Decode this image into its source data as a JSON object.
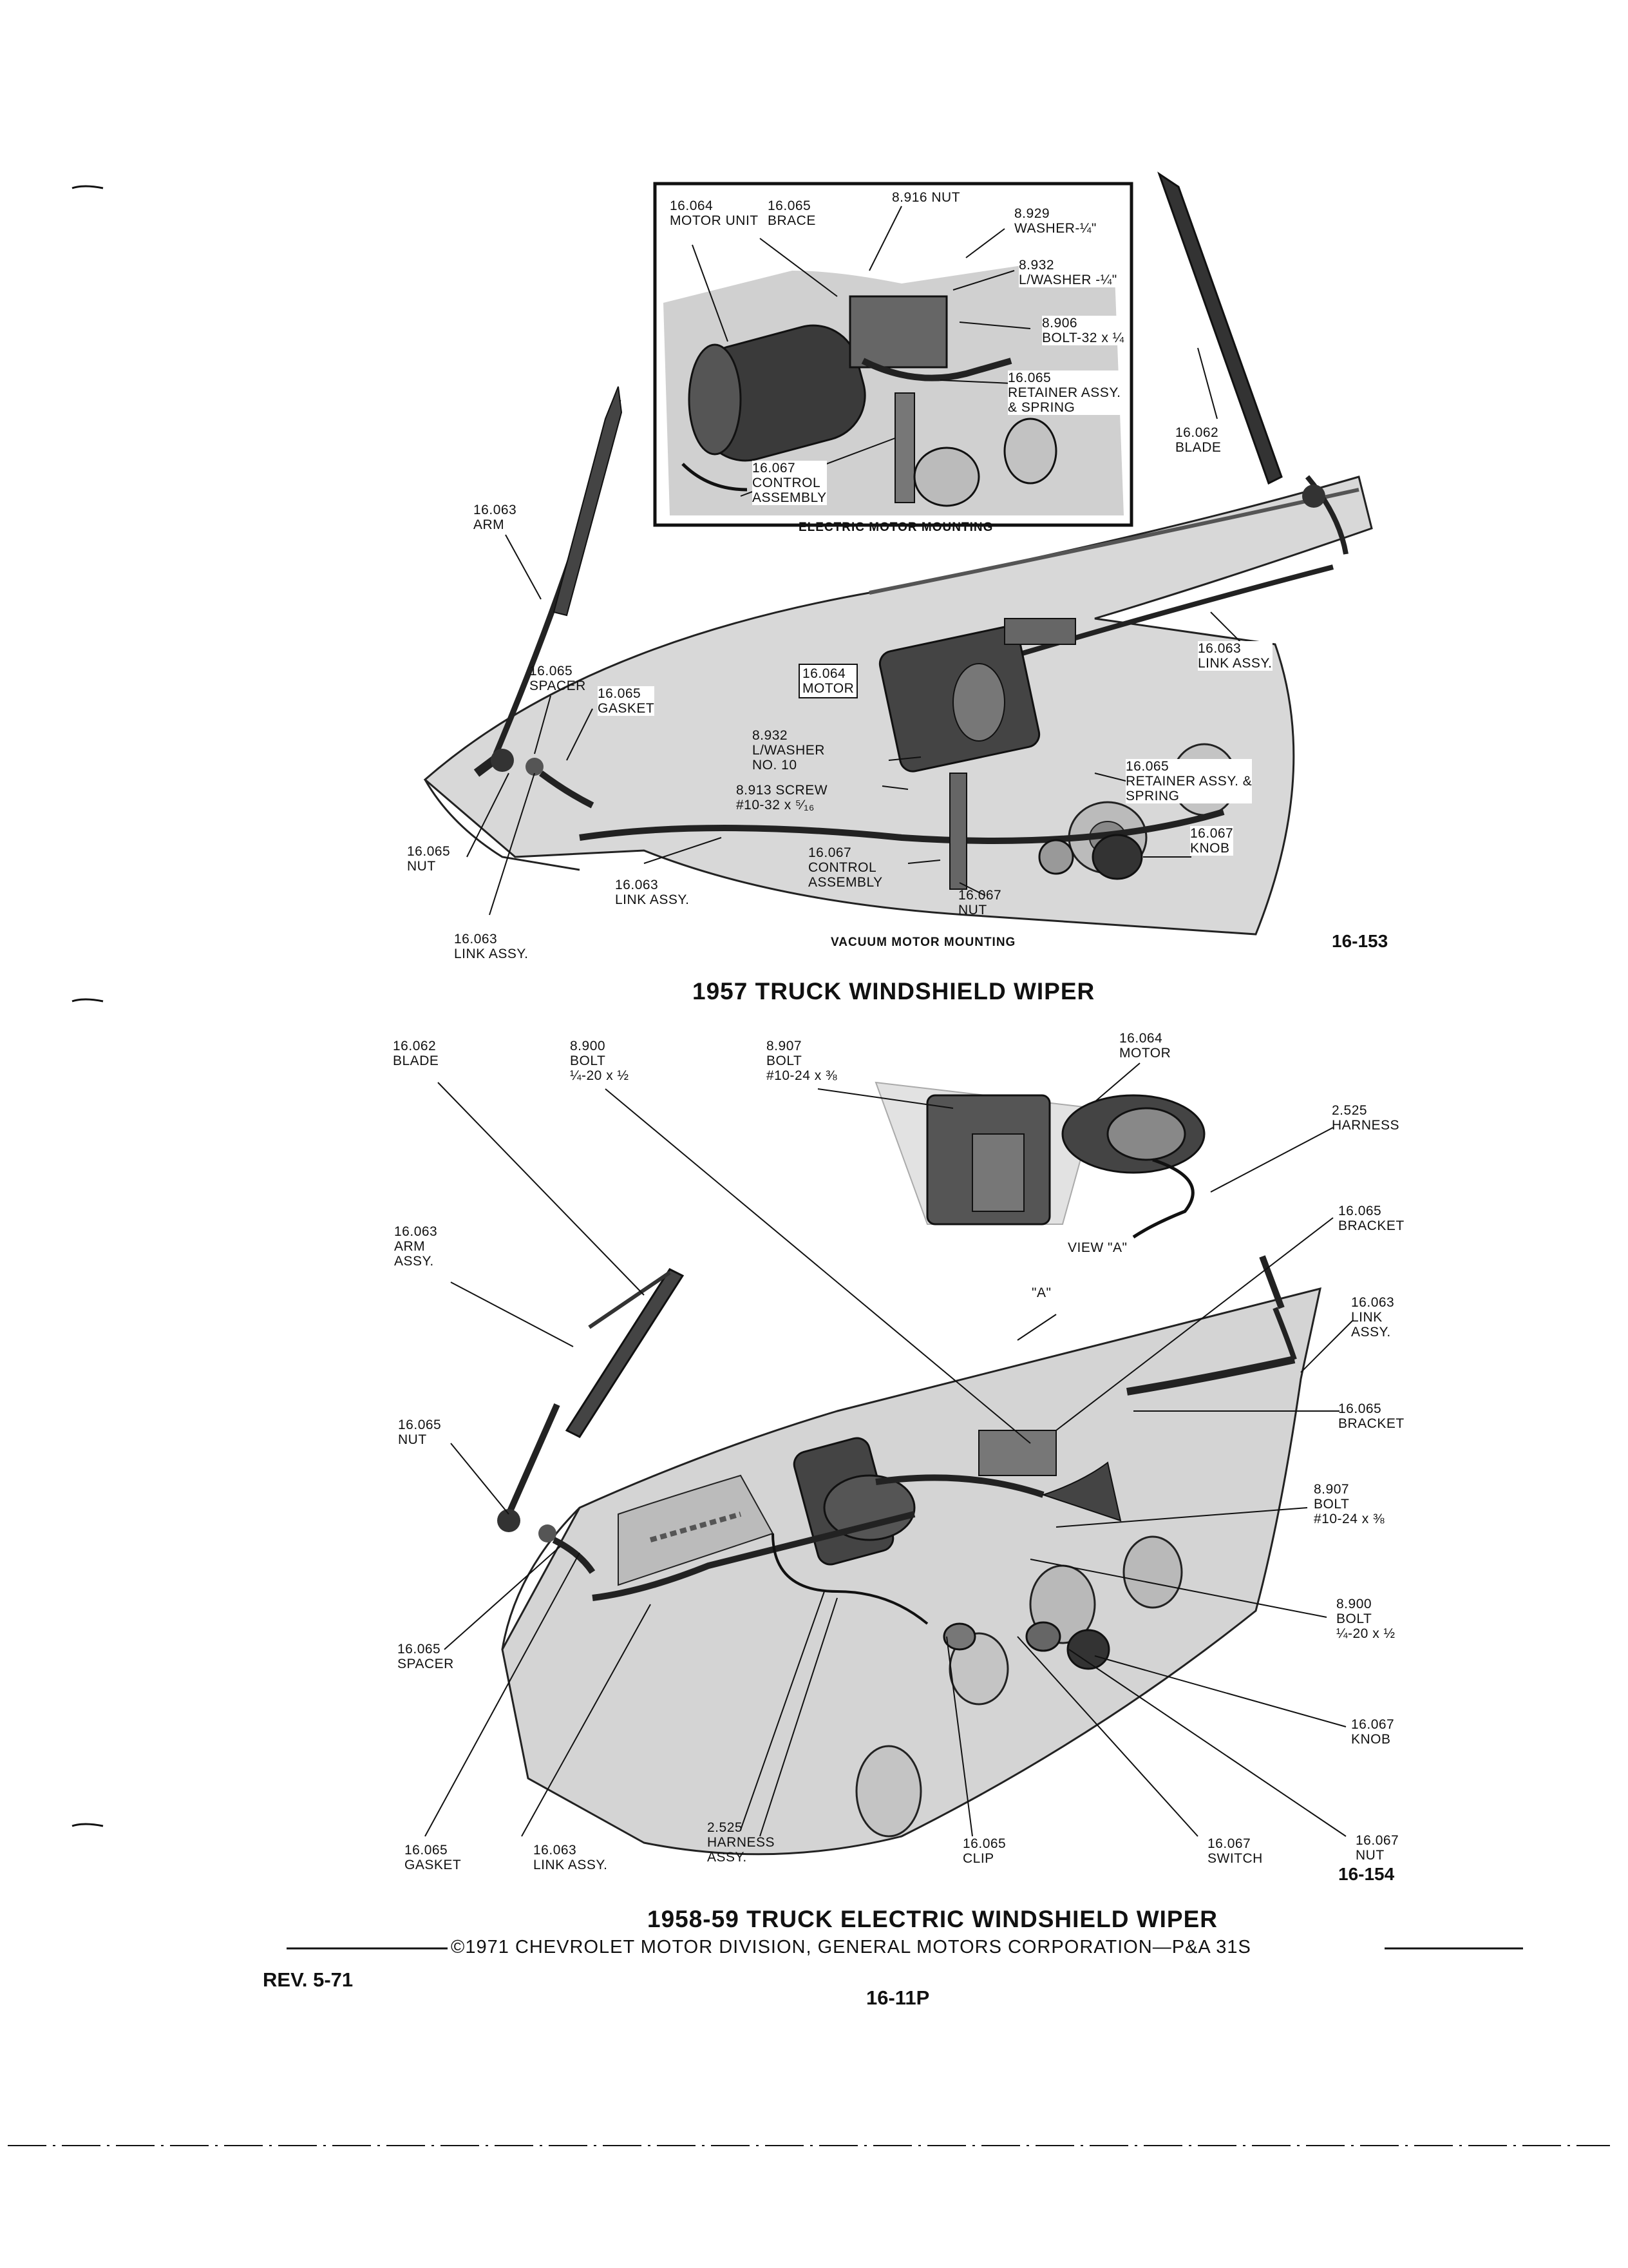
{
  "diagram1": {
    "inset_caption": "ELECTRIC MOTOR MOUNTING",
    "bottom_caption": "VACUUM MOTOR MOUNTING",
    "figure_number": "16-153",
    "title": "1957 TRUCK WINDSHIELD WIPER",
    "labels": {
      "motor_unit": [
        "16.064",
        "MOTOR UNIT"
      ],
      "brace": [
        "16.065",
        "BRACE"
      ],
      "nut": [
        "8.916 NUT"
      ],
      "washer": [
        "8.929",
        "WASHER-¼\""
      ],
      "lwasher": [
        "8.932",
        "L/WASHER -¼\""
      ],
      "bolt": [
        "8.906",
        "BOLT-32 x ¼"
      ],
      "retainer_inset": [
        "16.065",
        "RETAINER ASSY.",
        "& SPRING"
      ],
      "control_inset": [
        "16.067",
        "CONTROL",
        "ASSEMBLY"
      ],
      "blade": [
        "16.062",
        "BLADE"
      ],
      "arm": [
        "16.063",
        "ARM"
      ],
      "spacer": [
        "16.065",
        "SPACER"
      ],
      "gasket": [
        "16.065",
        "GASKET"
      ],
      "motor": [
        "16.064",
        "MOTOR"
      ],
      "link_right": [
        "16.063",
        "LINK ASSY."
      ],
      "lwasher10": [
        "8.932",
        "L/WASHER",
        "NO. 10"
      ],
      "screw": [
        "8.913 SCREW",
        "#10-32 x ⁵⁄₁₆"
      ],
      "retainer": [
        "16.065",
        "RETAINER ASSY. &",
        "SPRING"
      ],
      "knob": [
        "16.067",
        "KNOB"
      ],
      "nut_left": [
        "16.065",
        "NUT"
      ],
      "link_mid": [
        "16.063",
        "LINK ASSY."
      ],
      "control": [
        "16.067",
        "CONTROL",
        "ASSEMBLY"
      ],
      "nut_control": [
        "16.067",
        "NUT"
      ],
      "link_bottom": [
        "16.063",
        "LINK ASSY."
      ]
    }
  },
  "diagram2": {
    "view_a_caption": "VIEW \"A\"",
    "view_a_marker": "\"A\"",
    "figure_number": "16-154",
    "title": "1958-59 TRUCK ELECTRIC WINDSHIELD WIPER",
    "labels": {
      "blade": [
        "16.062",
        "BLADE"
      ],
      "bolt_top": [
        "8.900",
        "BOLT",
        "¼-20 x ½"
      ],
      "bolt_view": [
        "8.907",
        "BOLT",
        "#10-24 x ⅜"
      ],
      "motor": [
        "16.064",
        "MOTOR"
      ],
      "harness": [
        "2.525",
        "HARNESS"
      ],
      "bracket1": [
        "16.065",
        "BRACKET"
      ],
      "arm": [
        "16.063",
        "ARM",
        "ASSY."
      ],
      "link": [
        "16.063",
        "LINK",
        "ASSY."
      ],
      "bracket2": [
        "16.065",
        "BRACKET"
      ],
      "nut": [
        "16.065",
        "NUT"
      ],
      "bolt_right": [
        "8.907",
        "BOLT",
        "#10-24 x ⅜"
      ],
      "bolt_right2": [
        "8.900",
        "BOLT",
        "¼-20 x ½"
      ],
      "spacer": [
        "16.065",
        "SPACER"
      ],
      "knob": [
        "16.067",
        "KNOB"
      ],
      "gasket": [
        "16.065",
        "GASKET"
      ],
      "link_bottom": [
        "16.063",
        "LINK ASSY."
      ],
      "harness_assy": [
        "2.525",
        "HARNESS",
        "ASSY."
      ],
      "clip": [
        "16.065",
        "CLIP"
      ],
      "switch": [
        "16.067",
        "SWITCH"
      ],
      "nut_bottom": [
        "16.067",
        "NUT"
      ]
    }
  },
  "footer": {
    "copyright": "©1971 CHEVROLET MOTOR DIVISION, GENERAL MOTORS CORPORATION—P&A 31S",
    "revision": "REV. 5-71",
    "page_number": "16-11P"
  },
  "colors": {
    "ink": "#111111",
    "shade": "#8a8a8a",
    "light": "#d4d4d4",
    "paper": "#ffffff"
  }
}
